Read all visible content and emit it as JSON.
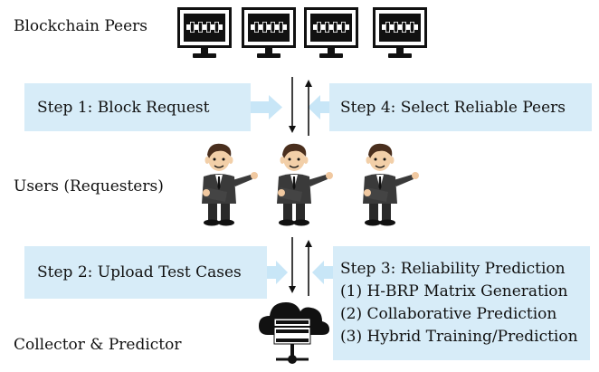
{
  "labels": {
    "peers": "Blockchain Peers",
    "users": "Users (Requesters)",
    "collector": "Collector & Predictor"
  },
  "steps": {
    "step1": "Step 1: Block Request",
    "step4": "Step 4: Select Reliable Peers",
    "step2": "Step 2: Upload Test Cases",
    "step3": {
      "title": "Step 3: Reliability Prediction",
      "items": [
        "(1) H-BRP Matrix Generation",
        "(2) Collaborative Prediction",
        "(3) Hybrid Training/Prediction"
      ]
    }
  },
  "colors": {
    "box_fill": "#d7ecf8",
    "arrow_fill": "#c8e6f7",
    "ink": "#111111"
  },
  "icons": {
    "peers": "monitor-blockchain-icon",
    "users": "businessman-icon",
    "collector": "cloud-server-icon"
  }
}
